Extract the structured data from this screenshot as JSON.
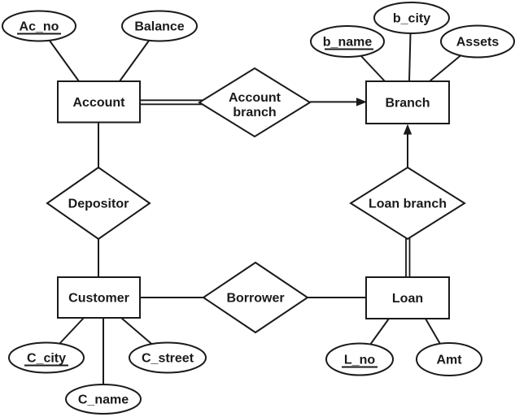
{
  "colors": {
    "ink": "#1a1a1a",
    "paper": "#ffffff"
  },
  "entities": {
    "account": {
      "label": "Account"
    },
    "branch": {
      "label": "Branch"
    },
    "customer": {
      "label": "Customer"
    },
    "loan": {
      "label": "Loan"
    }
  },
  "relationships": {
    "account_branch": {
      "label_line1": "Account",
      "label_line2": "branch"
    },
    "depositor": {
      "label": "Depositor"
    },
    "loan_branch": {
      "label": "Loan branch"
    },
    "borrower": {
      "label": "Borrower"
    }
  },
  "attributes": {
    "ac_no": {
      "label": "Ac_no",
      "key": true
    },
    "balance": {
      "label": "Balance",
      "key": false
    },
    "b_name": {
      "label": "b_name",
      "key": true
    },
    "b_city": {
      "label": "b_city",
      "key": false
    },
    "assets": {
      "label": "Assets",
      "key": false
    },
    "c_city": {
      "label": "C_city",
      "key": true
    },
    "c_street": {
      "label": "C_street",
      "key": false
    },
    "c_name": {
      "label": "C_name",
      "key": false
    },
    "l_no": {
      "label": "L_no",
      "key": true
    },
    "amt": {
      "label": "Amt",
      "key": false
    }
  }
}
